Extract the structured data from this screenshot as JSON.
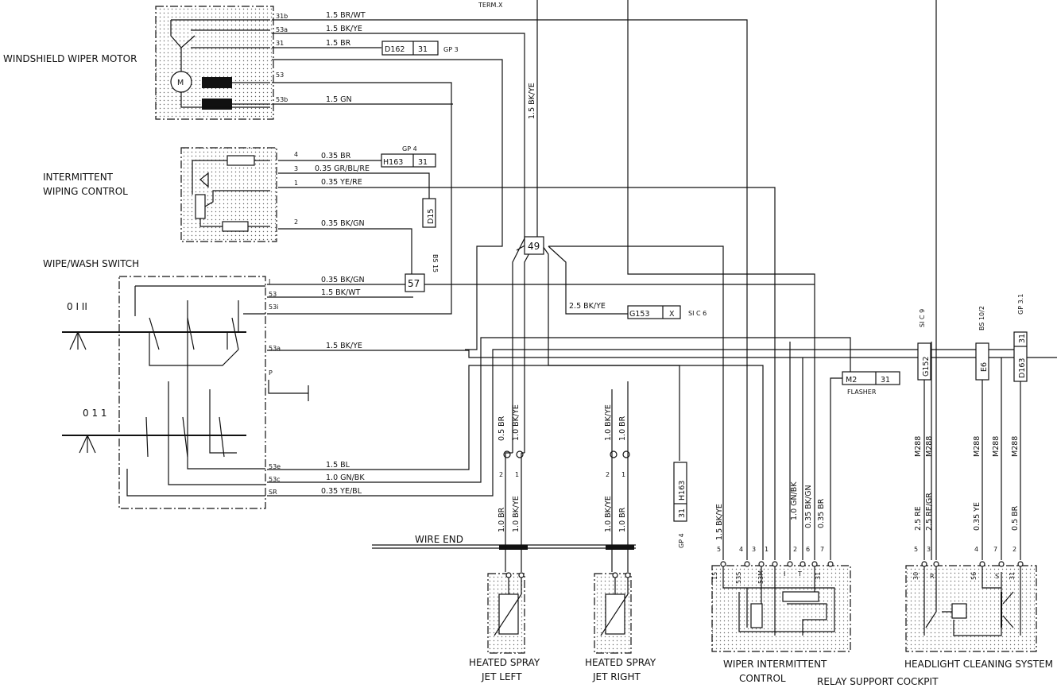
{
  "top": {
    "term": "TERM.X"
  },
  "wiper_motor": {
    "title": "WINDSHIELD WIPER MOTOR",
    "terminals": [
      "31b",
      "53a",
      "31",
      "53",
      "53b"
    ],
    "wires": [
      "1.5 BR/WT",
      "1.5 BK/YE",
      "1.5 BR",
      "1.5 GN"
    ],
    "ground": {
      "code": "D162",
      "pin": "31",
      "gp": "GP 3"
    }
  },
  "intermittent_control": {
    "title_line1": "INTERMITTENT",
    "title_line2": "WIPING CONTROL",
    "pins": [
      "4",
      "3",
      "1",
      "2"
    ],
    "wires": [
      "0.35 BR",
      "0.35 GR/BL/RE",
      "0.35 YE/RE",
      "0.35 BK/GN"
    ],
    "ground": {
      "code": "H163",
      "pin": "31",
      "gp": "GP 4"
    },
    "connector": {
      "code": "D15",
      "label": "BS 15"
    }
  },
  "wipe_wash_switch": {
    "title": "WIPE/WASH SWITCH",
    "positions_top": "0 I II",
    "positions_bottom": "0 1 1",
    "terminals": [
      "J",
      "53",
      "53i",
      "53a",
      "P",
      "53e",
      "53c",
      "SR"
    ],
    "wires": [
      "0.35 BK/GN",
      "1.5 BK/WT",
      "1.5 BK/YE",
      "1.5 BL",
      "1.0 GN/BK",
      "0.35 YE/BL"
    ]
  },
  "nodes": {
    "n49": "49",
    "n57": "57"
  },
  "g153": {
    "wire": "2.5 BK/YE",
    "code": "G153",
    "pin": "X",
    "label": "SI C 6"
  },
  "m2": {
    "code": "M2",
    "pin": "31",
    "label": "FLASHER"
  },
  "right_column_connectors": [
    {
      "code": "G152",
      "label": "SI C 9"
    },
    {
      "code": "E6",
      "label": "BS 10/2"
    },
    {
      "code": "D163",
      "pin": "31",
      "label": "GP 3.1"
    }
  ],
  "vertical_wires": {
    "spray_left": [
      "0.5 BR",
      "1.0 BK/YE",
      "1.0 BR",
      "1.0 BK/YE"
    ],
    "spray_right": [
      "1.0 BK/YE",
      "1.0 BR",
      "1.0 BK/YE",
      "1.0 BR"
    ],
    "h163_label": "H163",
    "h163_pin": "31",
    "h163_gp": "GP 4",
    "wiper_ctrl": [
      "1.5 BK/YE",
      "1.0 GN/BK",
      "0.35 BK/GN",
      "0.35 BR"
    ],
    "headlight": [
      "M288",
      "M288",
      "M288",
      "M288",
      "M288",
      "2.5 RE",
      "2.5 RE/GR",
      "0.35 YE",
      "0.5 BR"
    ]
  },
  "pin_numbers": {
    "spray_left": [
      "2",
      "1"
    ],
    "spray_right": [
      "2",
      "1"
    ],
    "wiper_ctrl": [
      "5",
      "4",
      "3",
      "1",
      "2",
      "6",
      "7"
    ],
    "headlight": [
      "5",
      "3",
      "4",
      "7",
      "2"
    ]
  },
  "relay_terminals": {
    "wiper": [
      "15",
      "53S",
      "53M",
      "I",
      "T",
      "31"
    ],
    "headlight": [
      "30",
      "R",
      "56",
      "S",
      "31"
    ]
  },
  "wire_end": "WIRE END",
  "components": {
    "spray_left_1": "HEATED SPRAY",
    "spray_left_2": "JET LEFT",
    "spray_right_1": "HEATED SPRAY",
    "spray_right_2": "JET RIGHT",
    "wiper_ctrl_1": "WIPER INTERMITTENT",
    "wiper_ctrl_2": "CONTROL",
    "headlight": "HEADLIGHT CLEANING SYSTEM",
    "relay": "RELAY SUPPORT COCKPIT"
  }
}
